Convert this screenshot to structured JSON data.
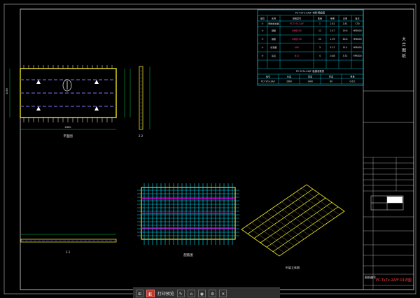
{
  "drawing": {
    "title_block": {
      "drawing_name": "PC-TxTx-2A/F-01详图",
      "code_label": "图纸编号",
      "vertical_text": [
        "大",
        "合",
        "图",
        "纸"
      ]
    },
    "table": {
      "title": "PC-TxTx-2A/F 材料明细表",
      "header": [
        "编号",
        "名称",
        "规格型号",
        "数量",
        "单重",
        "总重",
        "备注"
      ],
      "rows": [
        [
          "①",
          "预制叠合板",
          "PC-TxTx-2A/F",
          "1",
          "2.81",
          "2.81",
          "C30"
        ],
        [
          "②",
          "钢筋",
          "Φ8@200",
          "12",
          "2.47",
          "29.6",
          "HRB400"
        ],
        [
          "③",
          "钢筋",
          "Φ8@150",
          "24",
          "1.95",
          "46.8",
          "HRB400"
        ],
        [
          "④",
          "桁架筋",
          "A80",
          "3",
          "5.12",
          "15.4",
          "HRB400"
        ],
        [
          "⑤",
          "吊点",
          "Φ12",
          "4",
          "0.88",
          "3.52",
          "HPB300"
        ]
      ],
      "sub_title": "PC-TxTx-2A/F 板模参数表",
      "sub_header": [
        "板号",
        "长度",
        "宽度",
        "厚度",
        "重量"
      ],
      "sub_row": [
        "PC-TxTx-2A/F",
        "2860",
        "1460",
        "60",
        "0.61t"
      ]
    },
    "labels": {
      "plan_view": "平面图",
      "section_a": "1-1",
      "section_b": "2-2",
      "rebar_view": "配筋图",
      "iso_view": "桁架立体图",
      "dim_top": "2860",
      "dim_side": "1460"
    },
    "taskbar": {
      "items": [
        "⊞",
        "◧",
        "打印预览",
        "✎",
        "⌂",
        "◉",
        "⚙",
        "✕"
      ]
    },
    "colors": {
      "frame": "#ffffff",
      "slab_outline": "#e8e020",
      "rebar": "#00e5ff",
      "truss": "#d000d0",
      "dim": "#00ff66",
      "text": "#e0e0e0",
      "accent": "#ff4040"
    }
  }
}
